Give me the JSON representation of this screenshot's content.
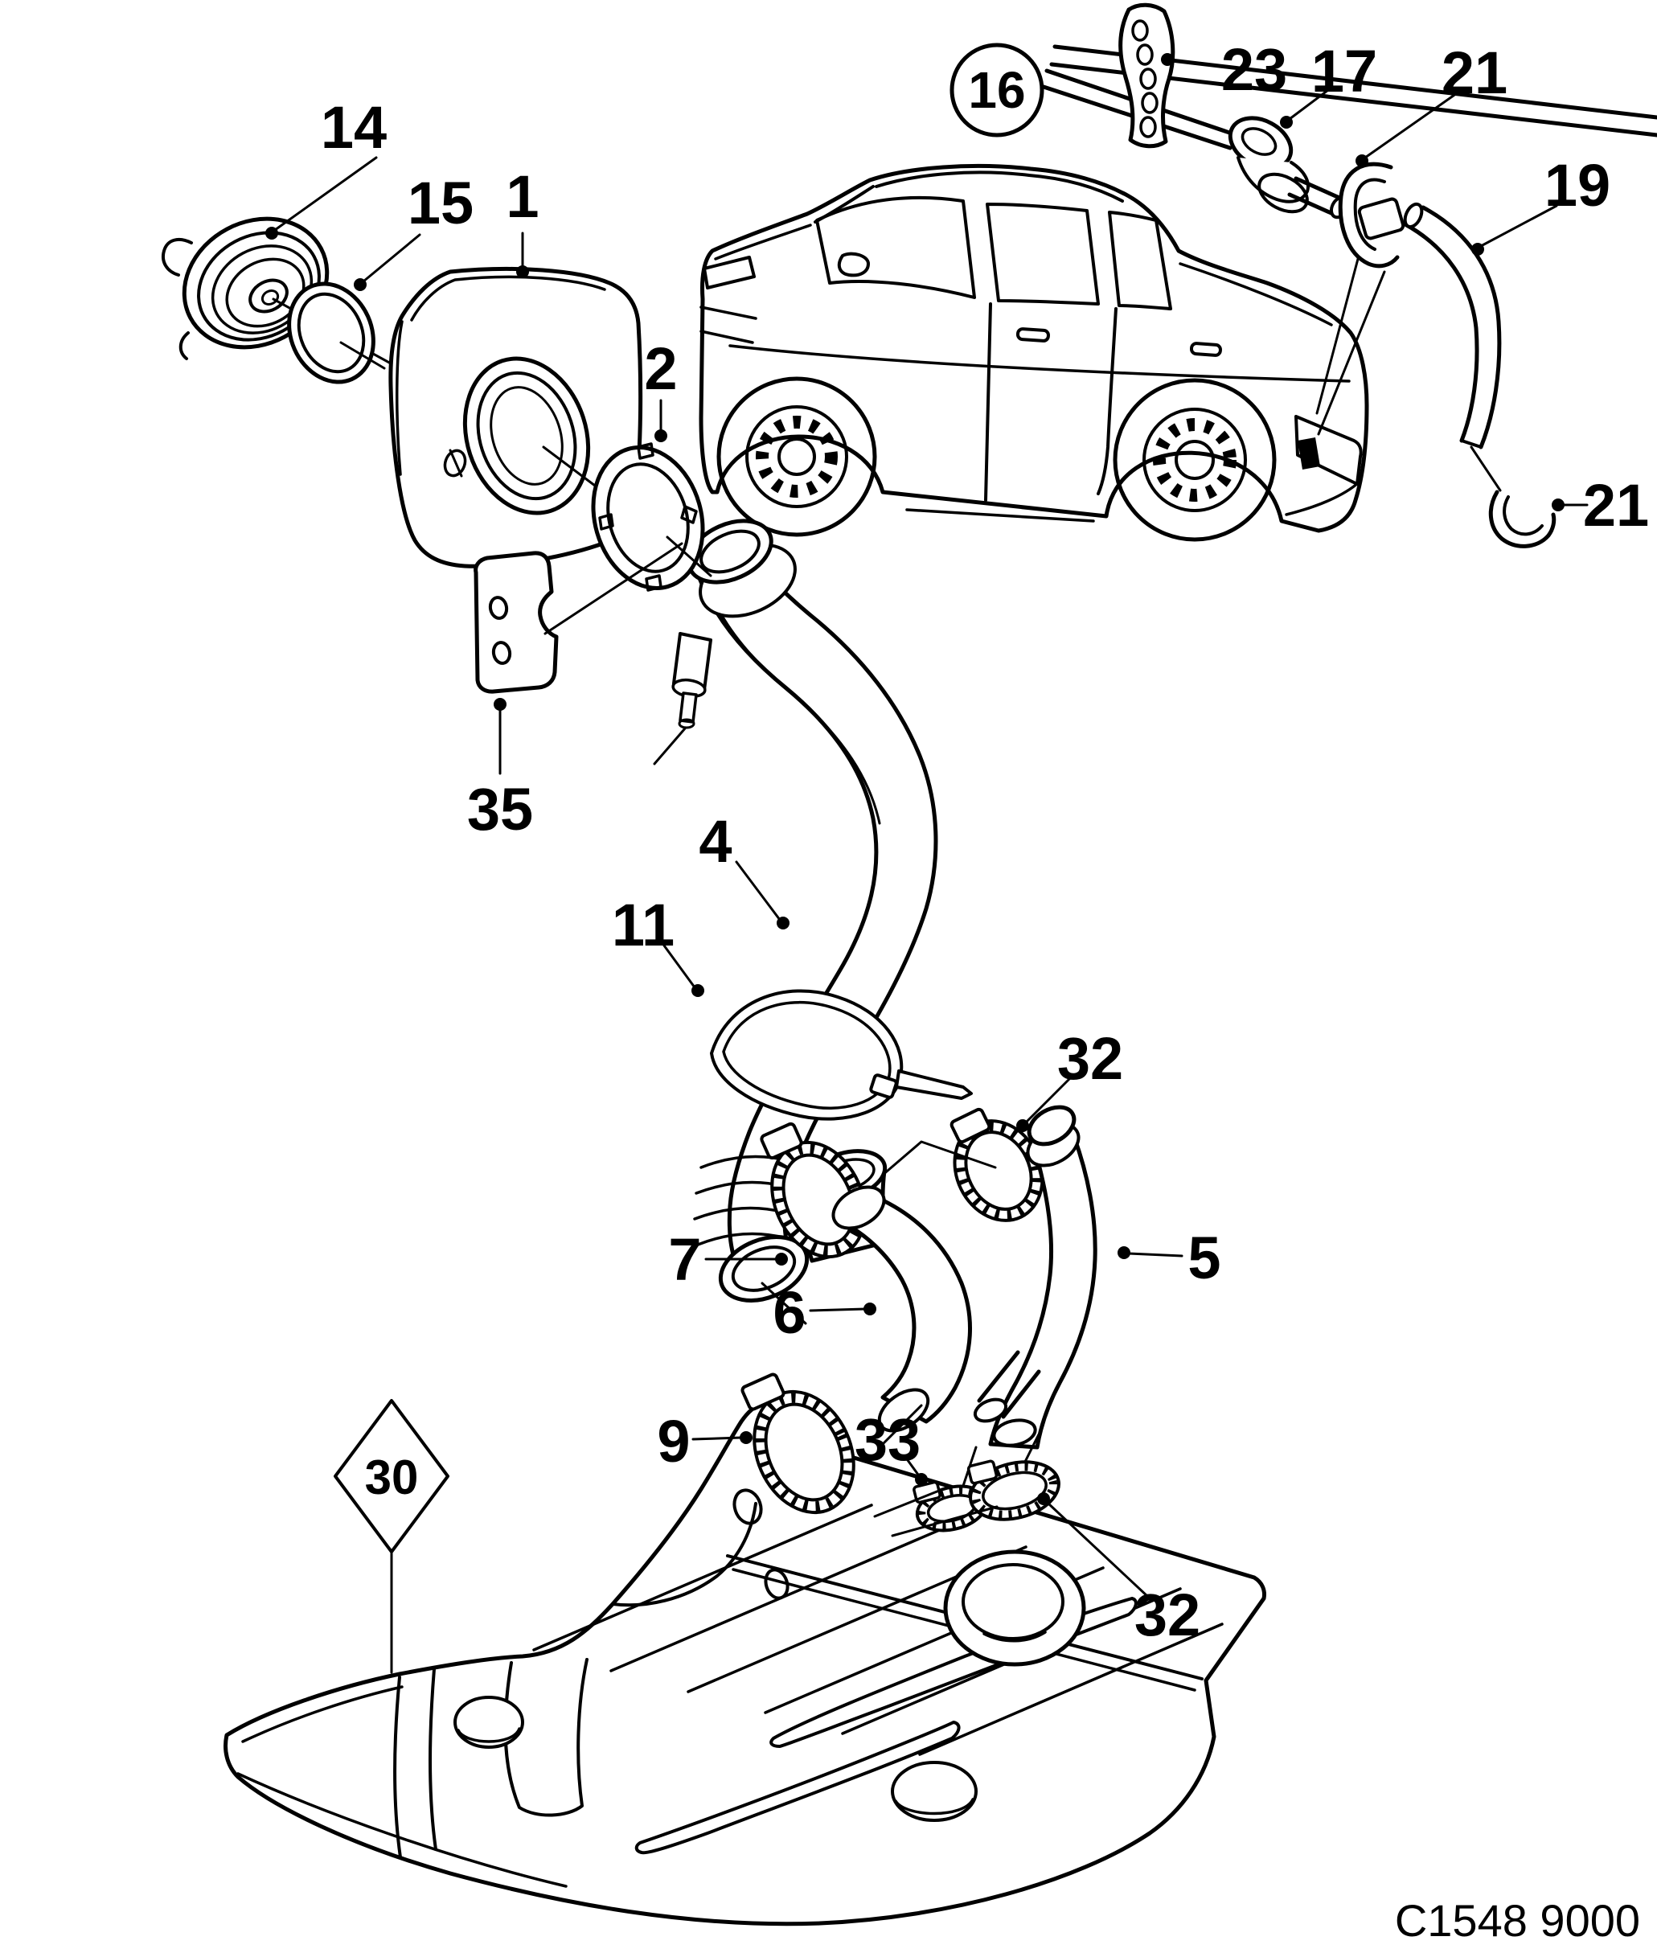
{
  "diagram": {
    "background": "#ffffff",
    "line_color": "#000000",
    "drawing_code": "C1548 9000",
    "callouts": {
      "fuel_cap": "14",
      "seal_ring": "15",
      "filler_housing": "1",
      "locking_ring": "2",
      "mounting_bracket": "35",
      "car_reference": "16",
      "pipe_strap": "23",
      "grommet": "17",
      "clip_top": "21",
      "rear_vent_hose": "19",
      "clip_bottom": "21",
      "filler_pipe": "4",
      "cable_tie": "11",
      "clamp_top": "32",
      "clamp_mid": "7",
      "connecting_hose": "6",
      "vent_hose": "5",
      "clamp_low": "9",
      "small_clamp": "33",
      "clamp_tank": "32",
      "fuel_tank": "30"
    }
  }
}
